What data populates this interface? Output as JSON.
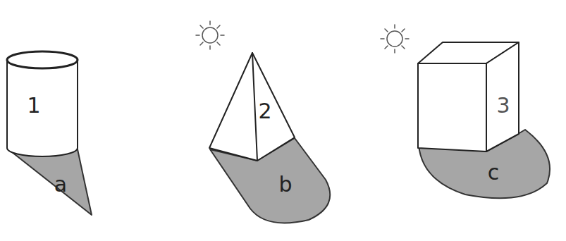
{
  "diagram": {
    "labels": [
      "1",
      "a",
      "2",
      "b",
      "3",
      "c"
    ]
  }
}
